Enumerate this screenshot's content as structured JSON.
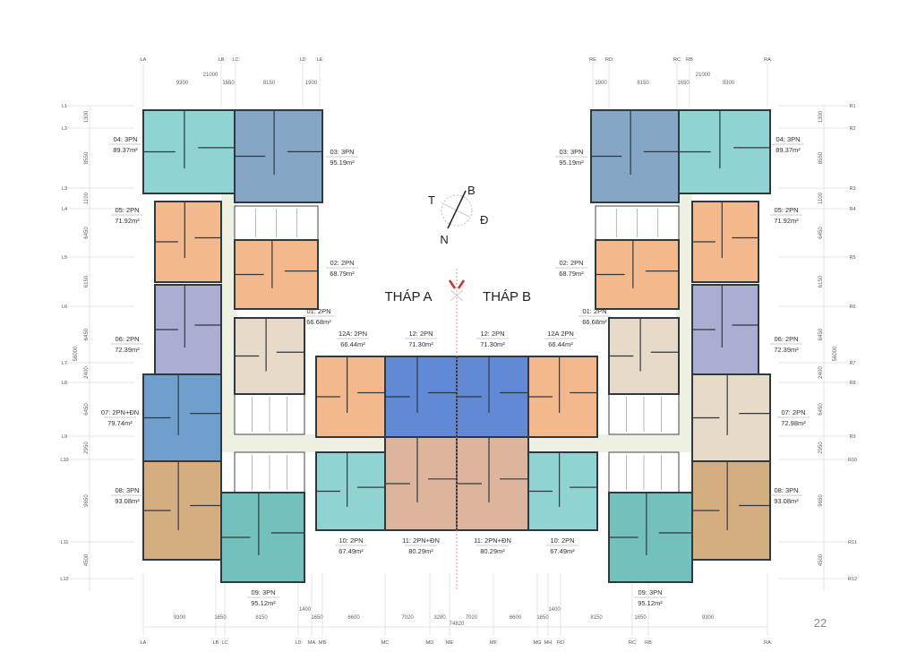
{
  "towers": {
    "a": "THÁP A",
    "b": "THÁP B"
  },
  "compass": {
    "north": "B",
    "south": "N",
    "east": "Đ",
    "west": "T"
  },
  "page_number": "22",
  "colors": {
    "teal": "#8fd4d2",
    "slate_blue": "#86a6c6",
    "orange": "#f3b98c",
    "lavender": "#abadd2",
    "beige": "#e7dac8",
    "blue": "#6289d6",
    "steel_blue": "#6f9fcd",
    "tan": "#d4ae80",
    "peach": "#dcb59c",
    "sea_teal": "#72c1bd",
    "corridor": "#eef1e2"
  },
  "units": {
    "a": [
      {
        "id": "04",
        "label": "04: 3PN",
        "area": "89.37m²",
        "color": "teal"
      },
      {
        "id": "03",
        "label": "03: 3PN",
        "area": "95.19m²",
        "color": "slate_blue"
      },
      {
        "id": "05",
        "label": "05: 2PN",
        "area": "71.92m²",
        "color": "orange"
      },
      {
        "id": "02",
        "label": "02: 2PN",
        "area": "68.79m²",
        "color": "orange"
      },
      {
        "id": "06",
        "label": "06: 2PN",
        "area": "72.39m²",
        "color": "lavender"
      },
      {
        "id": "01",
        "label": "01: 2PN",
        "area": "66.68m²",
        "color": "beige"
      },
      {
        "id": "12A",
        "label": "12A: 2PN",
        "area": "66.44m²",
        "color": "orange"
      },
      {
        "id": "12",
        "label": "12: 2PN",
        "area": "71.30m²",
        "color": "blue"
      },
      {
        "id": "07",
        "label": "07: 2PN+ĐN",
        "area": "79.74m²",
        "color": "steel_blue"
      },
      {
        "id": "08",
        "label": "08: 3PN",
        "area": "93.08m²",
        "color": "tan"
      },
      {
        "id": "10",
        "label": "10: 2PN",
        "area": "67.49m²",
        "color": "teal"
      },
      {
        "id": "11",
        "label": "11: 2PN+ĐN",
        "area": "80.29m²",
        "color": "peach"
      },
      {
        "id": "09",
        "label": "09: 3PN",
        "area": "95.12m²",
        "color": "sea_teal"
      }
    ],
    "b": [
      {
        "id": "04",
        "label": "04: 3PN",
        "area": "89.37m²",
        "color": "teal"
      },
      {
        "id": "03",
        "label": "03: 3PN",
        "area": "95.19m²",
        "color": "slate_blue"
      },
      {
        "id": "05",
        "label": "05: 2PN",
        "area": "71.92m²",
        "color": "orange"
      },
      {
        "id": "02",
        "label": "02: 2PN",
        "area": "68.79m²",
        "color": "orange"
      },
      {
        "id": "06",
        "label": "06: 2PN",
        "area": "72.39m²",
        "color": "lavender"
      },
      {
        "id": "01",
        "label": "01: 2PN",
        "area": "66.68m²",
        "color": "beige"
      },
      {
        "id": "12A",
        "label": "12A 2PN",
        "area": "66.44m²",
        "color": "orange"
      },
      {
        "id": "12",
        "label": "12: 2PN",
        "area": "71.30m²",
        "color": "blue"
      },
      {
        "id": "07",
        "label": "07: 2PN",
        "area": "72.98m²",
        "color": "beige"
      },
      {
        "id": "08",
        "label": "08: 3PN",
        "area": "93.08m²",
        "color": "tan"
      },
      {
        "id": "10",
        "label": "10: 2PN",
        "area": "67.49m²",
        "color": "teal"
      },
      {
        "id": "11",
        "label": "11: 2PN+ĐN",
        "area": "80.29m²",
        "color": "peach"
      },
      {
        "id": "09",
        "label": "09: 3PN",
        "area": "95.12m²",
        "color": "sea_teal"
      }
    ]
  },
  "grid": {
    "top_left_axes": [
      "LA",
      "LB",
      "LC",
      "LD",
      "LE"
    ],
    "top_left_dims": [
      "9300",
      "1650",
      "8150",
      "1900"
    ],
    "top_left_total": "21000",
    "top_right_axes": [
      "RE",
      "RD",
      "RC",
      "RB",
      "RA"
    ],
    "top_right_dims": [
      "1900",
      "8150",
      "1650",
      "9300"
    ],
    "top_right_total": "21000",
    "left_axes": [
      "L1",
      "L2",
      "L3",
      "L4",
      "L5",
      "L6",
      "L7",
      "L8",
      "L9",
      "L10",
      "L11",
      "L12"
    ],
    "right_axes": [
      "R1",
      "R2",
      "R3",
      "R4",
      "R5",
      "R6",
      "R7",
      "R8",
      "R9",
      "R10",
      "R11",
      "R12"
    ],
    "side_dims": [
      "1300",
      "8550",
      "1100",
      "6450",
      "6150",
      "6450",
      "2400",
      "6450",
      "2950",
      "9650",
      "4500"
    ],
    "side_total": "56000",
    "bottom_axes": [
      "LA",
      "LB",
      "LC",
      "LD",
      "MA",
      "MB",
      "MC",
      "MD",
      "ME",
      "MF",
      "MG",
      "MH",
      "RD",
      "RC",
      "RB",
      "RA"
    ],
    "bottom_dims": [
      "9300",
      "1650",
      "8150",
      "1400",
      "1650",
      "6600",
      "7020",
      "3280",
      "7020",
      "6600",
      "1650",
      "1400",
      "8150",
      "1650",
      "9300"
    ],
    "bottom_total": "74820"
  }
}
